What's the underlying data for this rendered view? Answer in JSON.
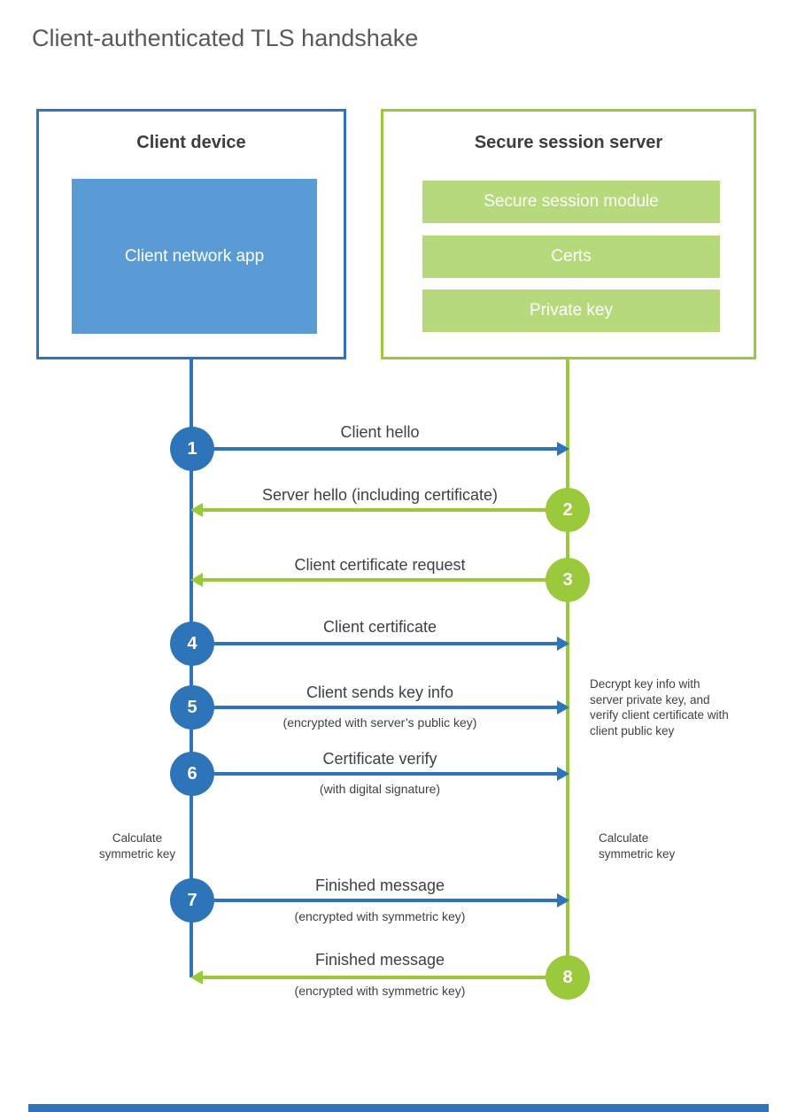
{
  "title": "Client-authenticated TLS handshake",
  "colors": {
    "blue": "#2e74b8",
    "blue_fill": "#5b9bd5",
    "green": "#9aca3b",
    "green_fill": "#b6d97c"
  },
  "client": {
    "title": "Client device",
    "app_label": "Client network app"
  },
  "server": {
    "title": "Secure session server",
    "modules": [
      "Secure session module",
      "Certs",
      "Private key"
    ]
  },
  "steps": [
    {
      "num": "1",
      "label": "Client hello"
    },
    {
      "num": "2",
      "label": "Server hello (including certificate)"
    },
    {
      "num": "3",
      "label": "Client certificate request"
    },
    {
      "num": "4",
      "label": "Client certificate"
    },
    {
      "num": "5",
      "label": "Client sends key info",
      "sub": "(encrypted with server’s public key)"
    },
    {
      "num": "6",
      "label": "Certificate verify",
      "sub": "(with digital signature)"
    },
    {
      "num": "7",
      "label": "Finished message",
      "sub": "(encrypted with symmetric key)"
    },
    {
      "num": "8",
      "label": "Finished message",
      "sub": "(encrypted with symmetric key)"
    }
  ],
  "notes": {
    "decrypt_note": "Decrypt key info with server private key, and verify client certificate with client public key",
    "calc_symmetric_left": "Calculate symmetric key",
    "calc_symmetric_right": "Calculate symmetric key"
  }
}
